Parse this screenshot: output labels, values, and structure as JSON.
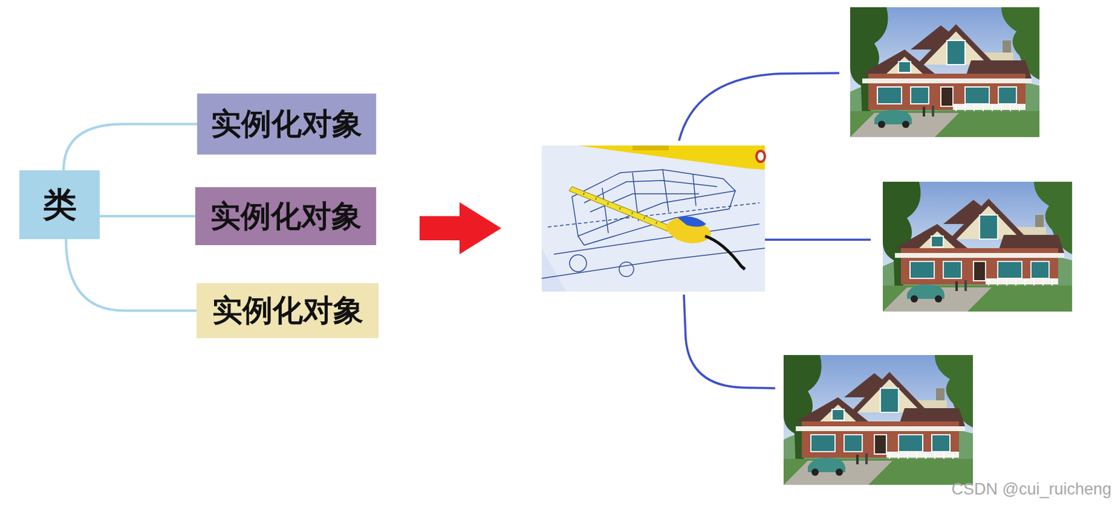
{
  "diagram": {
    "nodes": [
      {
        "text": [
          "类"
        ]
      },
      {
        "text": [
          "实例化对象"
        ]
      },
      {
        "text": [
          "实例化对象"
        ]
      },
      {
        "text": [
          "实例化对象"
        ]
      }
    ],
    "edges": [
      {
        "from": 0,
        "to": 1,
        "arrow": "none"
      },
      {
        "from": 0,
        "to": 2,
        "arrow": "none"
      },
      {
        "from": 0,
        "to": 3,
        "arrow": "none"
      }
    ],
    "labels": [
      "CSDN @cui_ruicheng"
    ]
  }
}
